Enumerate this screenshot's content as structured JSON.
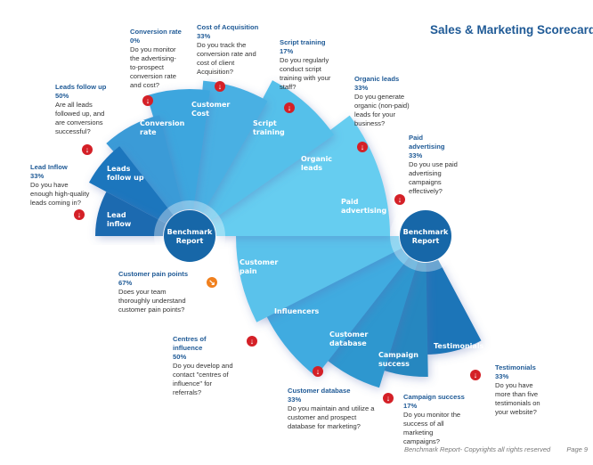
{
  "title": "Sales & Marketing Scorecard",
  "footer": {
    "text": "Benchmark Report- Copyrights all rights reserved",
    "page": "Page 9"
  },
  "hubs": [
    {
      "label_line1": "Benchmark",
      "label_line2": "Report"
    },
    {
      "label_line1": "Benchmark",
      "label_line2": "Report"
    }
  ],
  "colors": {
    "title": "#1f5a96",
    "badge_red": "#d42027",
    "badge_orange": "#f0801e",
    "hub": "#1767a8"
  },
  "upper_fan": [
    {
      "label": [
        "Lead",
        "inflow"
      ],
      "color": "#1a6bb0"
    },
    {
      "label": [
        "Leads",
        "follow up"
      ],
      "color": "#1c76bd"
    },
    {
      "label": [
        "Conversion",
        "rate"
      ],
      "color": "#3a9bd7"
    },
    {
      "label": [
        "Customer",
        "Cost"
      ],
      "color": "#3ea6de"
    },
    {
      "label": [
        "Script",
        "training"
      ],
      "color": "#48b0e3"
    },
    {
      "label": [
        "Organic",
        "leads"
      ],
      "color": "#55c0ea"
    },
    {
      "label": [
        "Paid",
        "advertising"
      ],
      "color": "#66cdf0"
    }
  ],
  "lower_fan": [
    {
      "label": [
        "Customer",
        "pain"
      ],
      "color": "#5ac2eb"
    },
    {
      "label": [
        "Influencers"
      ],
      "color": "#41abe0"
    },
    {
      "label": [
        "Customer",
        "database"
      ],
      "color": "#2e97cf"
    },
    {
      "label": [
        "Campaign",
        "success"
      ],
      "color": "#2687c0"
    },
    {
      "label": [
        "Testimonials"
      ],
      "color": "#1d74b8"
    }
  ],
  "callouts": [
    {
      "id": "lead-inflow",
      "title": "Lead Inflow",
      "pct": "33%",
      "question": "Do you have enough high-quality leads coming in?",
      "badge": "down",
      "badge_color": "red"
    },
    {
      "id": "leads-follow-up",
      "title": "Leads follow up",
      "pct": "50%",
      "question": "Are all leads followed up, and are conversions successful?",
      "badge": "down",
      "badge_color": "red"
    },
    {
      "id": "conversion-rate",
      "title": "Conversion rate",
      "pct": "0%",
      "question": "Do you monitor the advertising-to-prospect conversion rate and cost?",
      "badge": "down",
      "badge_color": "red"
    },
    {
      "id": "cost-of-acquisition",
      "title": "Cost of Acquisition",
      "pct": "33%",
      "question": "Do you track the conversion rate and cost of client Acquisition?",
      "badge": "down",
      "badge_color": "red"
    },
    {
      "id": "script-training",
      "title": "Script training",
      "pct": "17%",
      "question": "Do you regularly conduct script training with your staff?",
      "badge": "down",
      "badge_color": "red"
    },
    {
      "id": "organic-leads",
      "title": "Organic leads",
      "pct": "33%",
      "question": "Do you generate organic (non-paid) leads for your business?",
      "badge": "down",
      "badge_color": "red"
    },
    {
      "id": "paid-advertising",
      "title": "Paid advertising",
      "pct": "33%",
      "question": "Do you use paid advertising campaigns effectively?",
      "badge": "down",
      "badge_color": "red"
    },
    {
      "id": "customer-pain-points",
      "title": "Customer pain points",
      "pct": "67%",
      "question": "Does your team thoroughly understand customer pain points?",
      "badge": "down-right",
      "badge_color": "orange"
    },
    {
      "id": "centres-of-influence",
      "title": "Centres of influence",
      "pct": "50%",
      "question": "Do you develop and contact \"centres of influence\" for referrals?",
      "badge": "down",
      "badge_color": "red"
    },
    {
      "id": "customer-database",
      "title": "Customer database",
      "pct": "33%",
      "question": "Do you maintain and utilize a customer and prospect database for marketing?",
      "badge": "down",
      "badge_color": "red"
    },
    {
      "id": "campaign-success",
      "title": "Campaign success",
      "pct": "17%",
      "question": "Do you monitor the success of all marketing campaigns?",
      "badge": "down",
      "badge_color": "red"
    },
    {
      "id": "testimonials",
      "title": "Testimonials",
      "pct": "33%",
      "question": "Do you have more than five testimonials on your website?",
      "badge": "down",
      "badge_color": "red"
    }
  ],
  "icons": {
    "down": "↓",
    "down-right": "↘"
  }
}
